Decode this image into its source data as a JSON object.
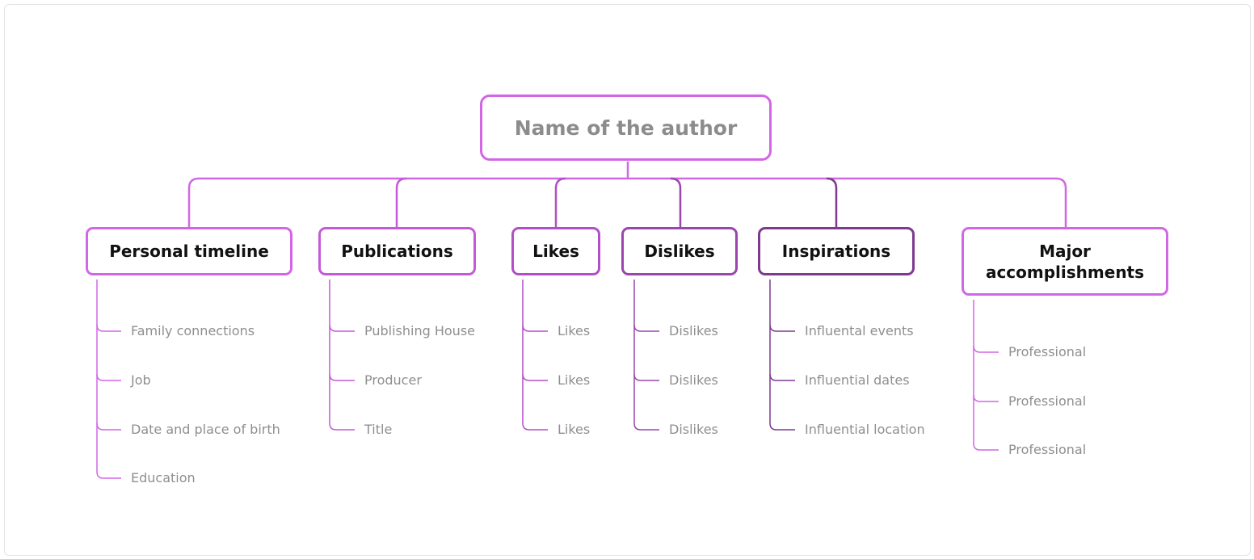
{
  "root": {
    "label": "Name of the author"
  },
  "branches": [
    {
      "label": "Personal timeline",
      "color": "#d267e6",
      "items": [
        "Family connections",
        "Job",
        "Date and place of birth",
        "Education"
      ]
    },
    {
      "label": "Publications",
      "color": "#c45ad9",
      "items": [
        "Publishing House",
        "Producer",
        "Title"
      ]
    },
    {
      "label": "Likes",
      "color": "#b24fc8",
      "items": [
        "Likes",
        "Likes",
        "Likes"
      ]
    },
    {
      "label": "Dislikes",
      "color": "#9a46ad",
      "items": [
        "Dislikes",
        "Dislikes",
        "Dislikes"
      ]
    },
    {
      "label": "Inspirations",
      "color": "#7d3a8f",
      "items": [
        "Influental events",
        "Influential dates",
        "Influential location"
      ]
    },
    {
      "label": "Major accomplishments",
      "color": "#d267e6",
      "items": [
        "Professional",
        "Professional",
        "Professional"
      ]
    }
  ]
}
